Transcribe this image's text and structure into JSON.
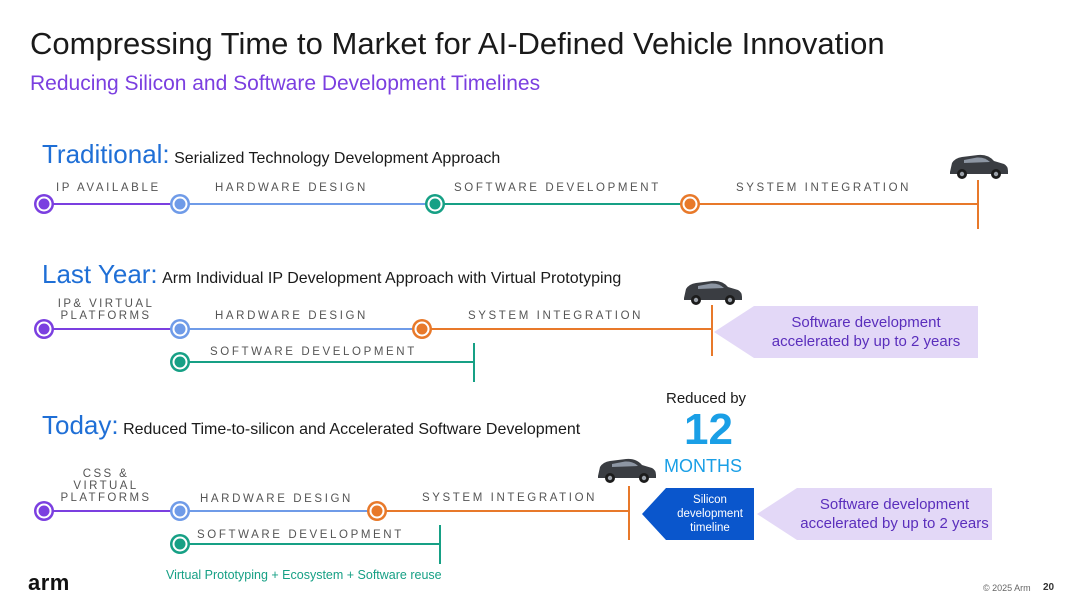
{
  "title": "Compressing Time to Market for AI-Defined Vehicle Innovation",
  "subtitle": "Reducing Silicon and Software Development Timelines",
  "colors": {
    "purple": "#7b3fe0",
    "lightblue": "#6f9be8",
    "teal": "#16a085",
    "orange": "#e8792a",
    "blue_heading": "#1f6fd6",
    "banner_bg": "#e3d8f7",
    "banner_text": "#5a2ebc",
    "silicon_banner": "#0a56cc",
    "months_cyan": "#1a9fe6"
  },
  "sections": {
    "traditional": {
      "heading": "Traditional:",
      "description": "Serialized Technology Development Approach",
      "phases": [
        "IP AVAILABLE",
        "HARDWARE DESIGN",
        "SOFTWARE DEVELOPMENT",
        "SYSTEM INTEGRATION"
      ]
    },
    "last_year": {
      "heading": "Last Year:",
      "description": "Arm Individual IP Development Approach with Virtual Prototyping",
      "phase_ip_line1": "IP& VIRTUAL",
      "phase_ip_line2": "PLATFORMS",
      "phase_hw": "HARDWARE DESIGN",
      "phase_si": "SYSTEM INTEGRATION",
      "phase_sw": "SOFTWARE DEVELOPMENT",
      "banner_line1": "Software development",
      "banner_line2": "accelerated by up to 2 years"
    },
    "today": {
      "heading": "Today:",
      "description": "Reduced Time-to-silicon and Accelerated Software Development",
      "phase_css_line1": "CSS &",
      "phase_css_line2": "VIRTUAL",
      "phase_css_line3": "PLATFORMS",
      "phase_hw": "HARDWARE DESIGN",
      "phase_si": "SYSTEM INTEGRATION",
      "phase_sw": "SOFTWARE DEVELOPMENT",
      "tagline": "Virtual Prototyping + Ecosystem + Software reuse",
      "silicon_line1": "Silicon",
      "silicon_line2": "development",
      "silicon_line3": "timeline",
      "banner_line1": "Software development",
      "banner_line2": "accelerated by up to 2 years"
    }
  },
  "reduction": {
    "label": "Reduced by",
    "value": "12",
    "unit": "MONTHS"
  },
  "footer": {
    "logo": "arm",
    "copyright": "© 2025 Arm",
    "page": "20"
  },
  "icons": [
    "car-icon",
    "timeline-node-icon"
  ]
}
